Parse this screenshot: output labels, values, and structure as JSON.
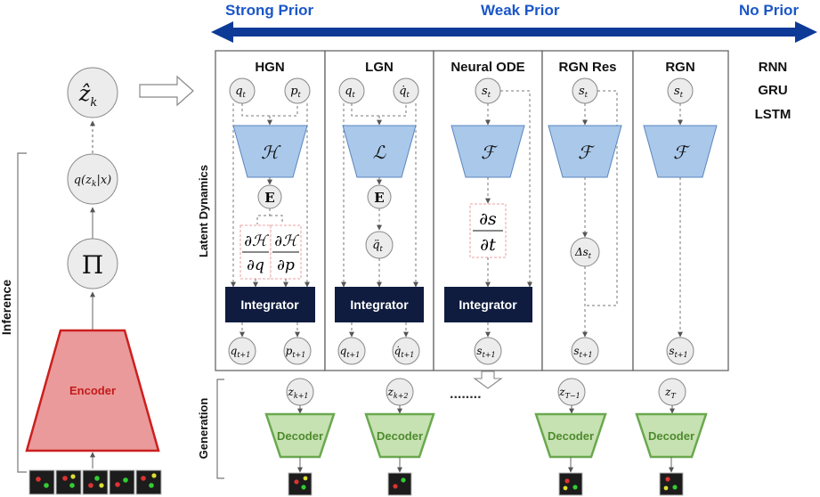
{
  "prior_scale": {
    "strong": "Strong Prior",
    "weak": "Weak Prior",
    "none": "No Prior"
  },
  "inference": {
    "label": "Inference",
    "encoder": "Encoder",
    "pi": "Π",
    "posterior": "q(z",
    "posterior_sub": "k",
    "posterior_tail": "|x)",
    "latent": "ẑ",
    "latent_sub": "k"
  },
  "latent_dynamics": {
    "label": "Latent Dynamics",
    "columns": [
      {
        "title": "HGN",
        "in1": "q",
        "in1_sub": "t",
        "in2": "p",
        "in2_sub": "t",
        "net": "ℋ",
        "out1": "q",
        "out1_sub": "t+1",
        "out2": "p",
        "out2_sub": "t+1",
        "energy": "E",
        "deriv1_num": "∂ℋ",
        "deriv1_den": "∂q",
        "deriv2_num": "∂ℋ",
        "deriv2_den": "∂p",
        "integrator": "Integrator"
      },
      {
        "title": "LGN",
        "in1": "q",
        "in1_sub": "t",
        "in2": "q̇",
        "in2_sub": "t",
        "net": "ℒ",
        "out1": "q",
        "out1_sub": "t+1",
        "out2": "q̇",
        "out2_sub": "t+1",
        "energy": "E",
        "accel": "q̈",
        "accel_sub": "t",
        "integrator": "Integrator"
      },
      {
        "title": "Neural ODE",
        "in1": "s",
        "in1_sub": "t",
        "net": "ℱ",
        "deriv_num": "∂s",
        "deriv_den": "∂t",
        "out1": "s",
        "out1_sub": "t+1",
        "integrator": "Integrator"
      },
      {
        "title": "RGN Res",
        "in1": "s",
        "in1_sub": "t",
        "net": "ℱ",
        "delta": "Δs",
        "delta_sub": "t",
        "out1": "s",
        "out1_sub": "t+1"
      },
      {
        "title": "RGN",
        "in1": "s",
        "in1_sub": "t",
        "net": "ℱ",
        "out1": "s",
        "out1_sub": "t+1"
      }
    ],
    "baselines": [
      "RNN",
      "GRU",
      "LSTM"
    ]
  },
  "generation": {
    "label": "Generation",
    "decoder": "Decoder",
    "ellipsis": "........",
    "latents": [
      {
        "z": "z",
        "sub": "k+1"
      },
      {
        "z": "z",
        "sub": "k+2"
      },
      {
        "z": "z",
        "sub": "T−1"
      },
      {
        "z": "z",
        "sub": "T"
      }
    ]
  },
  "colors": {
    "arrow_blue": "#0d3a96",
    "network_blue": "#a9c8ea",
    "integrator_navy": "#0f1c3f",
    "decoder_green": "#c7e2b2",
    "decoder_border": "#6aa84f",
    "encoder_red": "#ea9a9a",
    "encoder_border": "#cc1f1f",
    "node_gray": "#ececec"
  }
}
